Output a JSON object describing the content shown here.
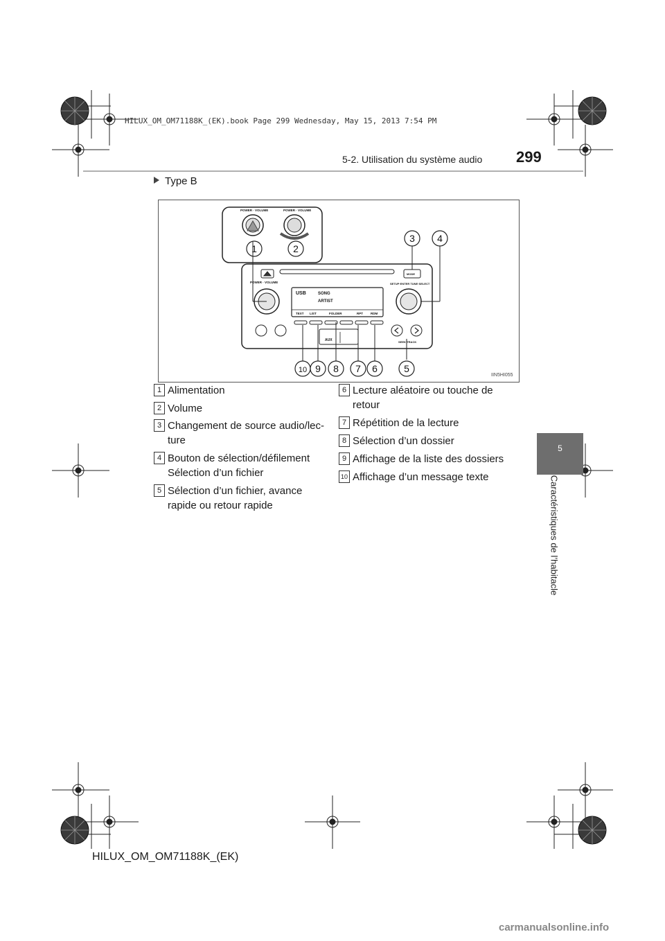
{
  "header": {
    "book_info": "HILUX_OM_OM71188K_(EK).book  Page 299  Wednesday, May 15, 2013  7:54 PM",
    "section": "5-2. Utilisation du système audio",
    "page_number": "299"
  },
  "side_tab": {
    "number": "5",
    "label": "Caractéristiques de l’habitacle"
  },
  "heading": "Type B",
  "figure": {
    "code": "IIN5HI055",
    "labels": {
      "power_volume": "POWER · VOLUME",
      "mode": "MODE",
      "setup": "SETUP·ENTER  TUNE·SELECT",
      "seek_track": "SEEK·TRACK",
      "aux": "AUX",
      "song": "SONG",
      "artist": "ARTIST",
      "usb": "USB",
      "btn_text": "TEXT",
      "btn_list": "LIST",
      "btn_folder": "FOLDER",
      "btn_rpt": "RPT",
      "btn_rdm": "RDM"
    },
    "callouts": [
      "1",
      "2",
      "3",
      "4",
      "5",
      "6",
      "7",
      "8",
      "9",
      "10"
    ]
  },
  "legend": [
    {
      "num": "1",
      "text": "Alimentation"
    },
    {
      "num": "2",
      "text": "Volume"
    },
    {
      "num": "3",
      "text": "Changement de source audio/lec-ture"
    },
    {
      "num": "4",
      "text": "Bouton de sélection/défilement Sélection d’un fichier"
    },
    {
      "num": "5",
      "text": "Sélection d’un fichier, avance rapide ou retour rapide"
    },
    {
      "num": "6",
      "text": "Lecture aléatoire ou touche de retour"
    },
    {
      "num": "7",
      "text": "Répétition de la lecture"
    },
    {
      "num": "8",
      "text": "Sélection d’un dossier"
    },
    {
      "num": "9",
      "text": "Affichage de la liste des dossiers"
    },
    {
      "num": "10",
      "text": "Affichage d’un message texte"
    }
  ],
  "footer": "HILUX_OM_OM71188K_(EK)",
  "watermark": "carmanualsonline.info"
}
